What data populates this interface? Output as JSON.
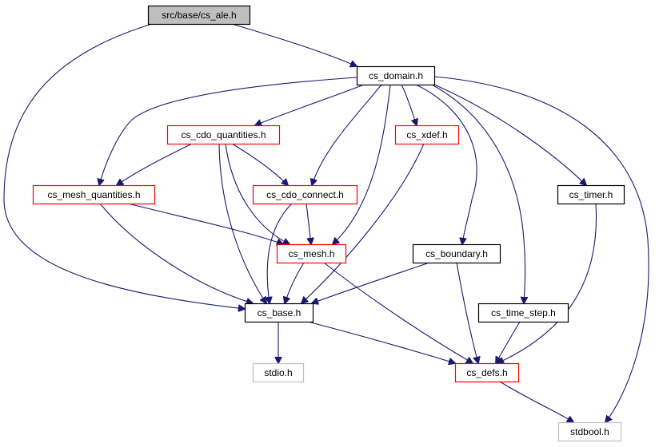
{
  "colors": {
    "edge": "#191970",
    "root_fill": "#bfbfbf",
    "root_border": "#000000",
    "normal_border": "#000000",
    "red_border": "#ff0000",
    "grey_border": "#bfbfbf"
  },
  "nodes": {
    "cs_ale": {
      "label": "src/base/cs_ale.h",
      "style": "root"
    },
    "cs_domain": {
      "label": "cs_domain.h",
      "style": "normal"
    },
    "cs_cdo_quantities": {
      "label": "cs_cdo_quantities.h",
      "style": "red"
    },
    "cs_xdef": {
      "label": "cs_xdef.h",
      "style": "red"
    },
    "cs_mesh_quantities": {
      "label": "cs_mesh_quantities.h",
      "style": "red"
    },
    "cs_cdo_connect": {
      "label": "cs_cdo_connect.h",
      "style": "red"
    },
    "cs_timer": {
      "label": "cs_timer.h",
      "style": "normal"
    },
    "cs_mesh": {
      "label": "cs_mesh.h",
      "style": "red"
    },
    "cs_boundary": {
      "label": "cs_boundary.h",
      "style": "normal"
    },
    "cs_base": {
      "label": "cs_base.h",
      "style": "normal"
    },
    "cs_time_step": {
      "label": "cs_time_step.h",
      "style": "normal"
    },
    "stdio": {
      "label": "stdio.h",
      "style": "grey"
    },
    "cs_defs": {
      "label": "cs_defs.h",
      "style": "red"
    },
    "stdbool": {
      "label": "stdbool.h",
      "style": "grey"
    }
  },
  "edges": [
    [
      "cs_ale",
      "cs_domain"
    ],
    [
      "cs_ale",
      "cs_base"
    ],
    [
      "cs_domain",
      "cs_cdo_quantities"
    ],
    [
      "cs_domain",
      "cs_mesh_quantities"
    ],
    [
      "cs_domain",
      "cs_cdo_connect"
    ],
    [
      "cs_domain",
      "cs_mesh"
    ],
    [
      "cs_domain",
      "cs_xdef"
    ],
    [
      "cs_domain",
      "cs_boundary"
    ],
    [
      "cs_domain",
      "cs_time_step"
    ],
    [
      "cs_domain",
      "cs_timer"
    ],
    [
      "cs_domain",
      "stdbool"
    ],
    [
      "cs_cdo_quantities",
      "cs_mesh_quantities"
    ],
    [
      "cs_cdo_quantities",
      "cs_cdo_connect"
    ],
    [
      "cs_cdo_quantities",
      "cs_mesh"
    ],
    [
      "cs_cdo_quantities",
      "cs_base"
    ],
    [
      "cs_mesh_quantities",
      "cs_mesh"
    ],
    [
      "cs_mesh_quantities",
      "cs_base"
    ],
    [
      "cs_cdo_connect",
      "cs_mesh"
    ],
    [
      "cs_cdo_connect",
      "cs_base"
    ],
    [
      "cs_xdef",
      "cs_base"
    ],
    [
      "cs_mesh",
      "cs_base"
    ],
    [
      "cs_mesh",
      "cs_defs"
    ],
    [
      "cs_boundary",
      "cs_base"
    ],
    [
      "cs_boundary",
      "cs_defs"
    ],
    [
      "cs_timer",
      "cs_defs"
    ],
    [
      "cs_time_step",
      "cs_defs"
    ],
    [
      "cs_base",
      "stdio"
    ],
    [
      "cs_base",
      "cs_defs"
    ],
    [
      "cs_defs",
      "stdbool"
    ]
  ]
}
